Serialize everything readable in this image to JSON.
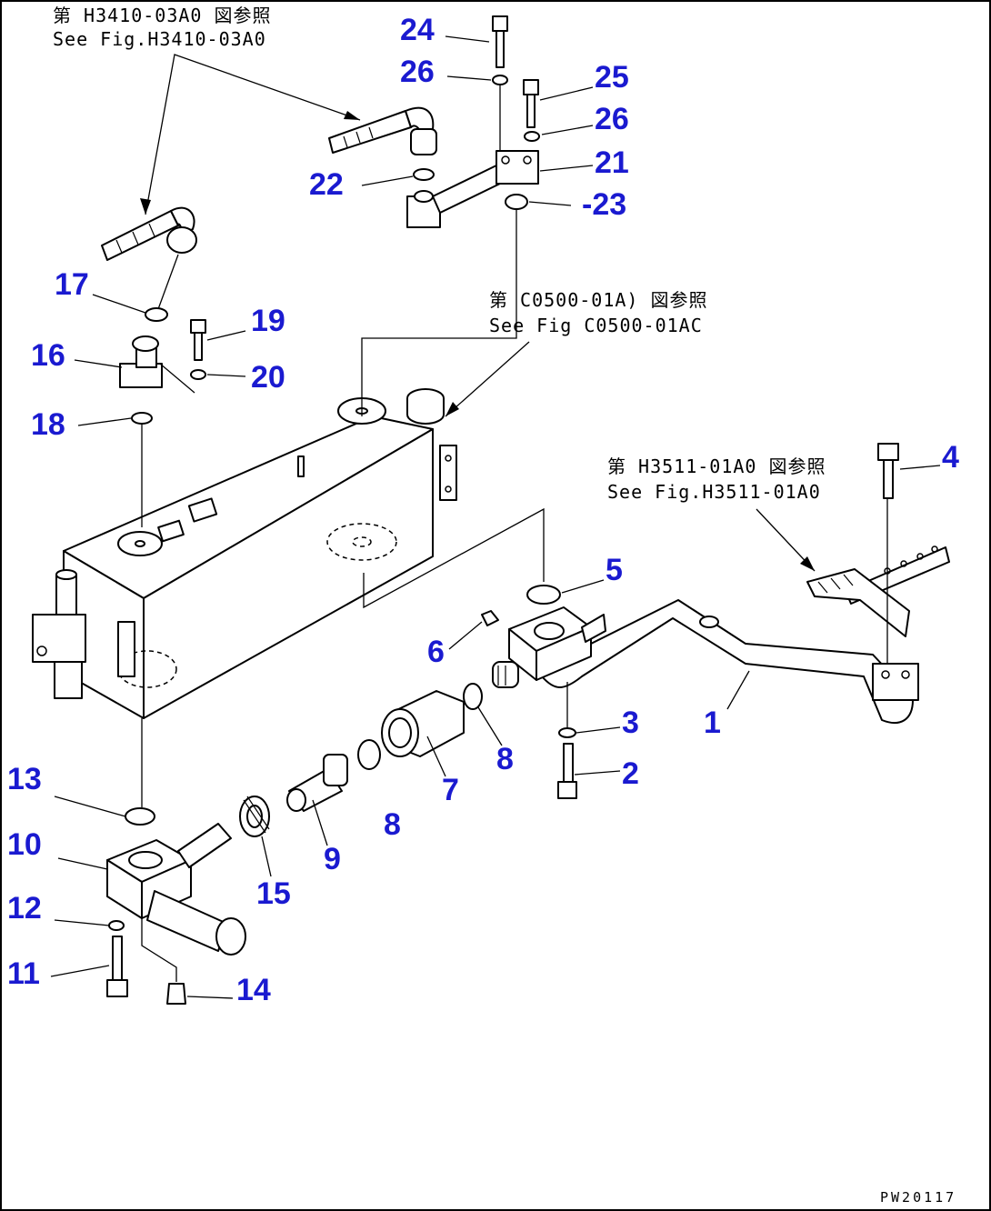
{
  "references": [
    {
      "jp": "第 H3410-03A0 図参照",
      "en": "See Fig.H3410-03A0"
    },
    {
      "jp": "第 C0500-01A) 図参照",
      "en": "See Fig C0500-01AC"
    },
    {
      "jp": "第 H3511-01A0 図参照",
      "en": "See Fig.H3511-01A0"
    }
  ],
  "callouts": [
    "1",
    "2",
    "3",
    "4",
    "5",
    "6",
    "7",
    "8",
    "8",
    "9",
    "10",
    "11",
    "12",
    "13",
    "14",
    "15",
    "16",
    "17",
    "18",
    "19",
    "20",
    "21",
    "22",
    "-23",
    "24",
    "25",
    "26",
    "26"
  ],
  "drawing_code": "PW20117"
}
